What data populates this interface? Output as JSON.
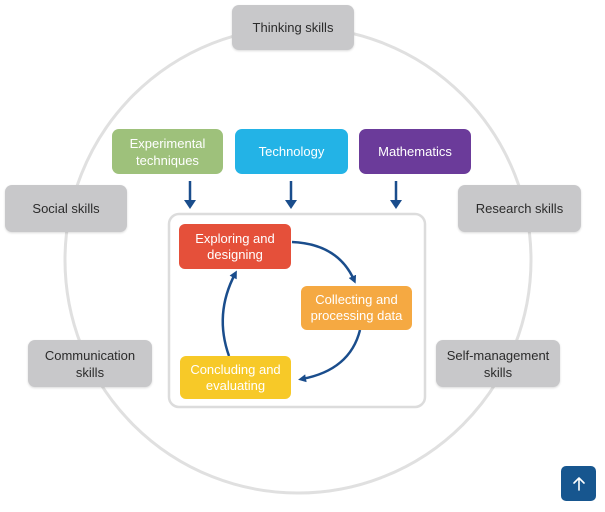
{
  "colors": {
    "ring": "#e0e0e0",
    "skill_box": "#c8c8ca",
    "arrow": "#1a4d8c",
    "experimental": "#9ec17b",
    "technology": "#23b3e6",
    "mathematics": "#6b3b9a",
    "exploring": "#e5503a",
    "collecting": "#f5a942",
    "concluding": "#f7c928",
    "scroll_button": "#17568f"
  },
  "skills": {
    "thinking": "Thinking skills",
    "social": "Social skills",
    "research": "Research skills",
    "communication": "Communication skills",
    "self_management": "Self-management skills"
  },
  "tools": {
    "experimental": "Experimental techniques",
    "technology": "Technology",
    "mathematics": "Mathematics"
  },
  "cycle": {
    "exploring": "Exploring and designing",
    "collecting": "Collecting and processing data",
    "concluding": "Concluding and evaluating"
  },
  "ui": {
    "scroll_top_icon": "arrow-up-icon"
  }
}
